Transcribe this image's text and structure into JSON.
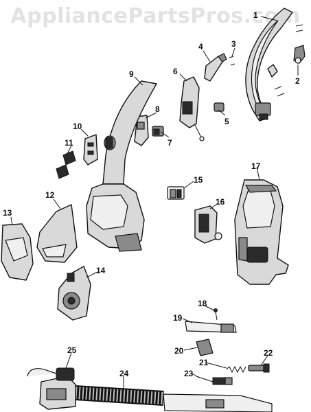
{
  "watermark": "AppliancePartsPros.com",
  "callouts": [
    "1",
    "2",
    "3",
    "4",
    "5",
    "6",
    "7",
    "8",
    "9",
    "10",
    "11",
    "12",
    "13",
    "14",
    "15",
    "16",
    "17",
    "18",
    "19",
    "20",
    "21",
    "22",
    "23",
    "24",
    "25"
  ]
}
